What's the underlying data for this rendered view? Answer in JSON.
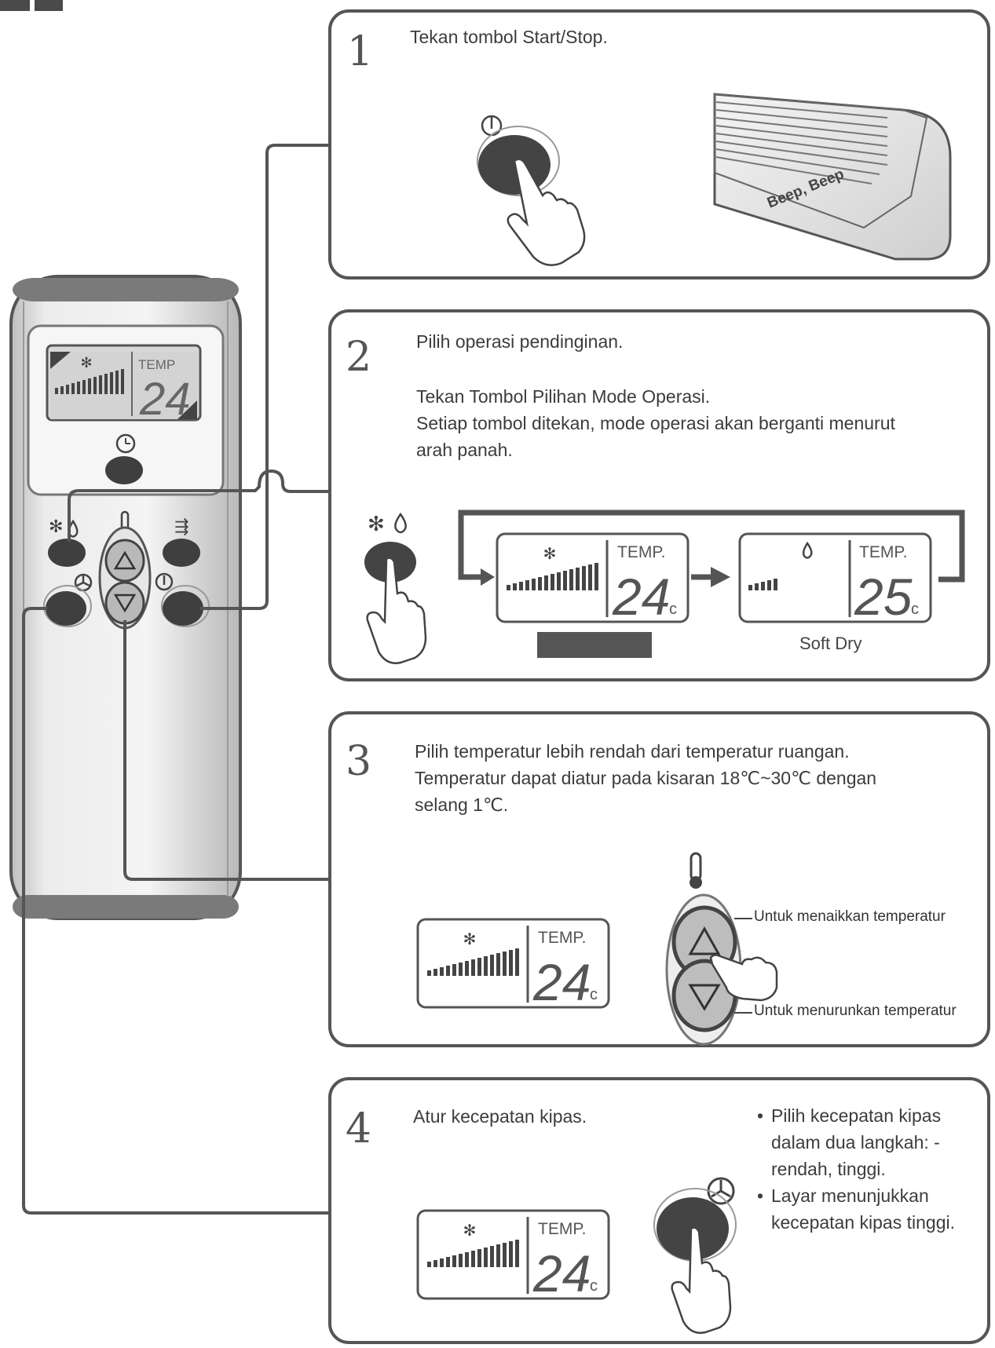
{
  "steps": [
    {
      "number": "1",
      "text": "Tekan tombol Start/Stop.",
      "sound_text": "Beep, Beep"
    },
    {
      "number": "2",
      "line1": "Pilih operasi pendinginan.",
      "line2": "Tekan Tombol Pilihan Mode Operasi.",
      "line3": "Setiap tombol ditekan, mode operasi akan berganti menurut",
      "line4": "arah panah.",
      "mode_soft_dry": "Soft Dry"
    },
    {
      "number": "3",
      "line1": "Pilih temperatur lebih rendah dari temperatur ruangan.",
      "line2": "Temperatur dapat diatur pada kisaran 18℃~30℃ dengan",
      "line3": "selang 1℃.",
      "callout_up": "Untuk menaikkan temperatur",
      "callout_down": "Untuk menurunkan temperatur"
    },
    {
      "number": "4",
      "text": "Atur kecepatan kipas.",
      "bullet1": "Pilih kecepatan kipas dalam dua langkah: - rendah, tinggi.",
      "bullet2": "Layar menunjukkan kecepatan kipas tinggi."
    }
  ],
  "lcd": {
    "temp_label": "TEMP.",
    "cool_temp": "24",
    "dry_temp": "25",
    "unit": "c",
    "remote_temp_label": "TEMP",
    "remote_temp": "24"
  },
  "colors": {
    "outline": "#555555",
    "button": "#4a4a4a",
    "remote_body": "#e6e6e6"
  }
}
